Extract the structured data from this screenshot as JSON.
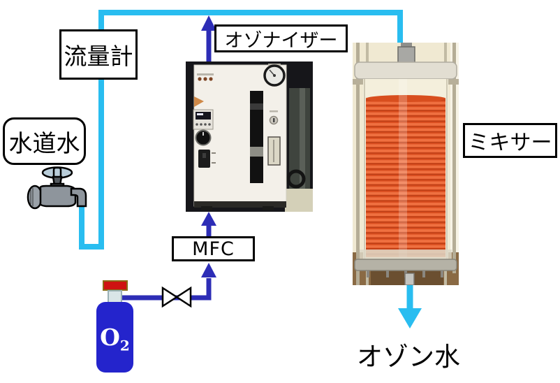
{
  "boxes": {
    "tap_water": "水道水",
    "flow_meter": "流量計",
    "ozonizer": "オゾナイザー",
    "mixer": "ミキサー",
    "mfc": "MFC"
  },
  "texts": {
    "ozone_water": "オゾン水",
    "oxygen_symbol": "O",
    "oxygen_subscript": "2"
  },
  "colors": {
    "water_line_cyan": "#29bdf0",
    "gas_line_blue": "#2d2db6",
    "oxygen_cylinder_body": "#2424cc",
    "oxygen_cylinder_cap": "#cf1211",
    "mixer_coil_orange": "#e4582c"
  }
}
